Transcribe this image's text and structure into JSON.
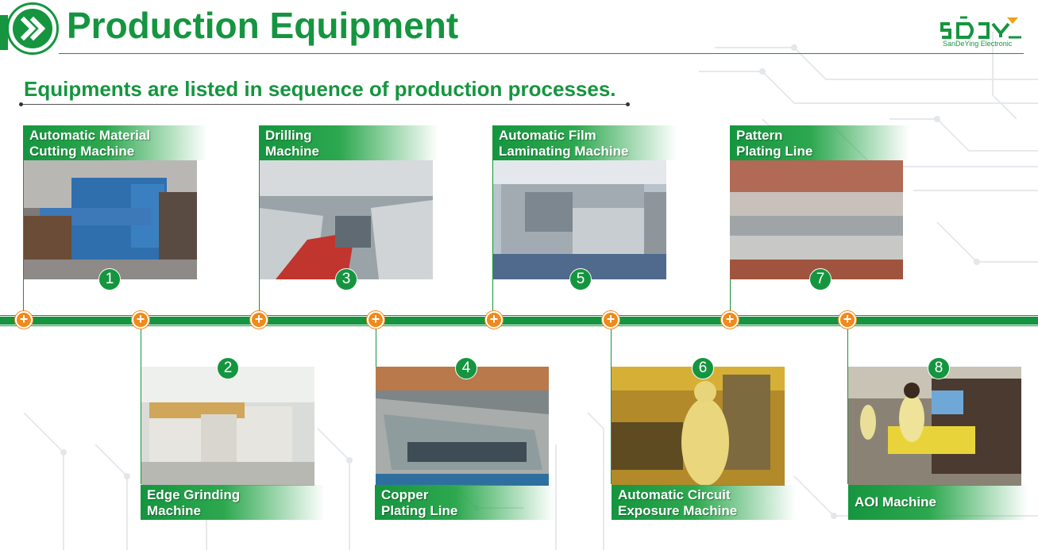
{
  "header": {
    "title": "Production Equipment",
    "logo_text": "SanDeYing Electronic",
    "arrow_icon": "double-chevron-right-icon"
  },
  "subtitle": "Equipments are listed in sequence of production processes.",
  "colors": {
    "brand_green": "#15953f",
    "node_orange": "#f08a1c"
  },
  "node_icon": "plus-icon",
  "node_symbol": "+",
  "steps": [
    {
      "number": "1",
      "line1": "Automatic Material",
      "line2": "Cutting Machine"
    },
    {
      "number": "2",
      "line1": "Edge Grinding",
      "line2": "Machine"
    },
    {
      "number": "3",
      "line1": "Drilling",
      "line2": "Machine"
    },
    {
      "number": "4",
      "line1": "Copper",
      "line2": "Plating Line"
    },
    {
      "number": "5",
      "line1": "Automatic Film",
      "line2": "Laminating Machine"
    },
    {
      "number": "6",
      "line1": "Automatic Circuit",
      "line2": "Exposure Machine"
    },
    {
      "number": "7",
      "line1": "Pattern",
      "line2": "Plating Line"
    },
    {
      "number": "8",
      "line1": "AOI Machine",
      "line2": ""
    }
  ]
}
